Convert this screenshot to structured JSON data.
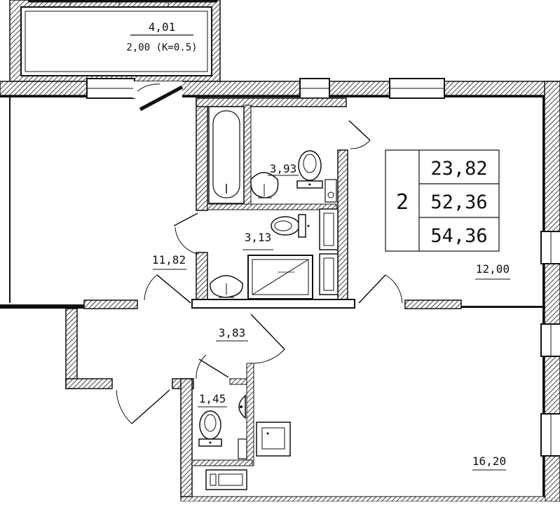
{
  "balcony": {
    "area": "4,01",
    "coeff_area": "2,00 (K=0.5)"
  },
  "rooms": {
    "bathroom_1": "3,93",
    "bathroom_2": "3,13",
    "bedroom": "11,82",
    "living": "12,00",
    "hall": "3,83",
    "wc": "1,45",
    "kitchen": "16,20"
  },
  "summary": {
    "room_count": "2",
    "living_area": "23,82",
    "total_area": "52,36",
    "total_with_balcony": "54,36"
  }
}
